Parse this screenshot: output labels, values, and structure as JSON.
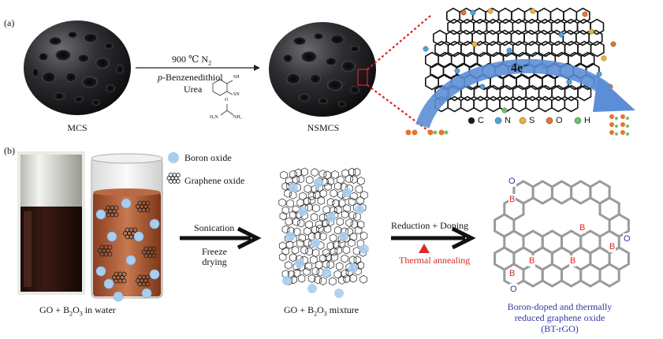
{
  "panel_a": {
    "label": "(a)",
    "left_sphere_label": "MCS",
    "right_sphere_label": "NSMCS",
    "arrow_top": "900 ℃ N",
    "arrow_top_sub": "2",
    "reagent_1_prefix": "p",
    "reagent_1_rest": "-Benzenedithiol",
    "reagent_2": "Urea",
    "structure_sh": "SH",
    "structure_sn": "SN",
    "structure_urea_o": "O",
    "structure_urea_left": "H₂N",
    "structure_urea_right": "NH₂",
    "electron_label": "4e⁻",
    "legend": [
      {
        "symbol": "C",
        "color": "#1a1a1a"
      },
      {
        "symbol": "N",
        "color": "#4fa3e0"
      },
      {
        "symbol": "S",
        "color": "#f2b233"
      },
      {
        "symbol": "O",
        "color": "#e8732e"
      },
      {
        "symbol": "H",
        "color": "#6cc36a"
      }
    ]
  },
  "panel_b": {
    "label": "(b)",
    "legend_boron": "Boron oxide",
    "legend_go": "Graphene oxide",
    "beaker_caption_pre": "GO + B",
    "beaker_caption_sub1": "2",
    "beaker_caption_mid": "O",
    "beaker_caption_sub2": "3",
    "beaker_caption_post": " in water",
    "step1_top": "Sonication",
    "step1_bottom_1": "Freeze",
    "step1_bottom_2": "drying",
    "mixture_caption_pre": "GO + B",
    "mixture_caption_sub1": "2",
    "mixture_caption_mid": "O",
    "mixture_caption_sub2": "3",
    "mixture_caption_post": " mixture",
    "step2_top": "Reduction + Doping",
    "step2_bottom": "Thermal annealing",
    "atom_b": "B",
    "atom_o": "O",
    "product_line1": "Boron-doped and thermally",
    "product_line2": "reduced graphene oxide",
    "product_line3": "(BT-rGO)"
  },
  "colors": {
    "boron_red": "#d92a2a",
    "oxygen_blue": "#2a3a9c",
    "product_caption": "#2e3aa0",
    "annealing_red": "#d92a2a",
    "sphere": "#2b2b2e",
    "arrow_blue": "#5b8ed6",
    "zoom_red": "#e02020"
  }
}
